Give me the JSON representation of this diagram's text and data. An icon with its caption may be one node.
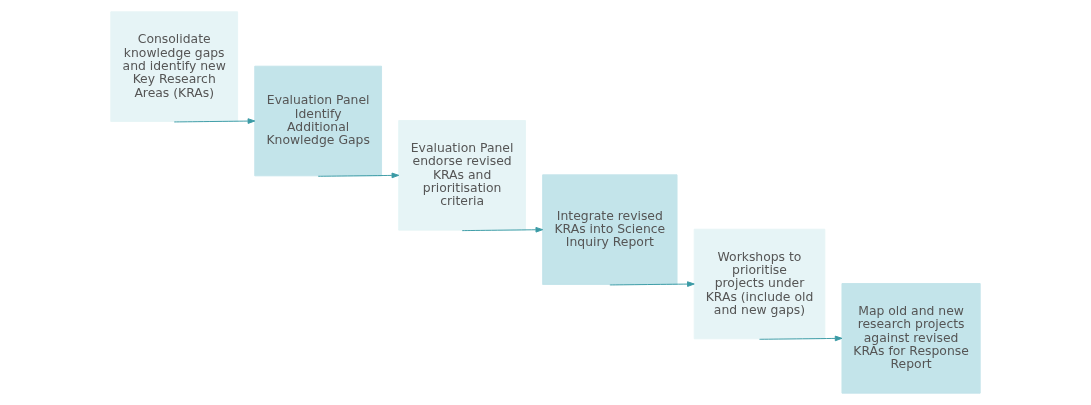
{
  "diagram": {
    "nodes": [
      {
        "text": [
          "Consolidate knowledge gaps and identify new Key Research Areas (KRAs)"
        ]
      },
      {
        "text": [
          "Evaluation Panel Identify Additional Knowledge Gaps"
        ]
      },
      {
        "text": [
          "Evaluation Panel endorse revised KRAs and prioritisation criteria"
        ]
      },
      {
        "text": [
          "Integrate revised KRAs into Science Inquiry Report"
        ]
      },
      {
        "text": [
          "Workshops to prioritise projects under KRAs (include old and new gaps)"
        ]
      },
      {
        "text": [
          "Map old and new research projects against revised KRAs for Response Report"
        ]
      }
    ],
    "edges": [
      {
        "from": 0,
        "to": 1,
        "arrow": "to"
      },
      {
        "from": 1,
        "to": 2,
        "arrow": "to"
      },
      {
        "from": 2,
        "to": 3,
        "arrow": "to"
      },
      {
        "from": 3,
        "to": 4,
        "arrow": "to"
      },
      {
        "from": 4,
        "to": 5,
        "arrow": "to"
      }
    ]
  }
}
